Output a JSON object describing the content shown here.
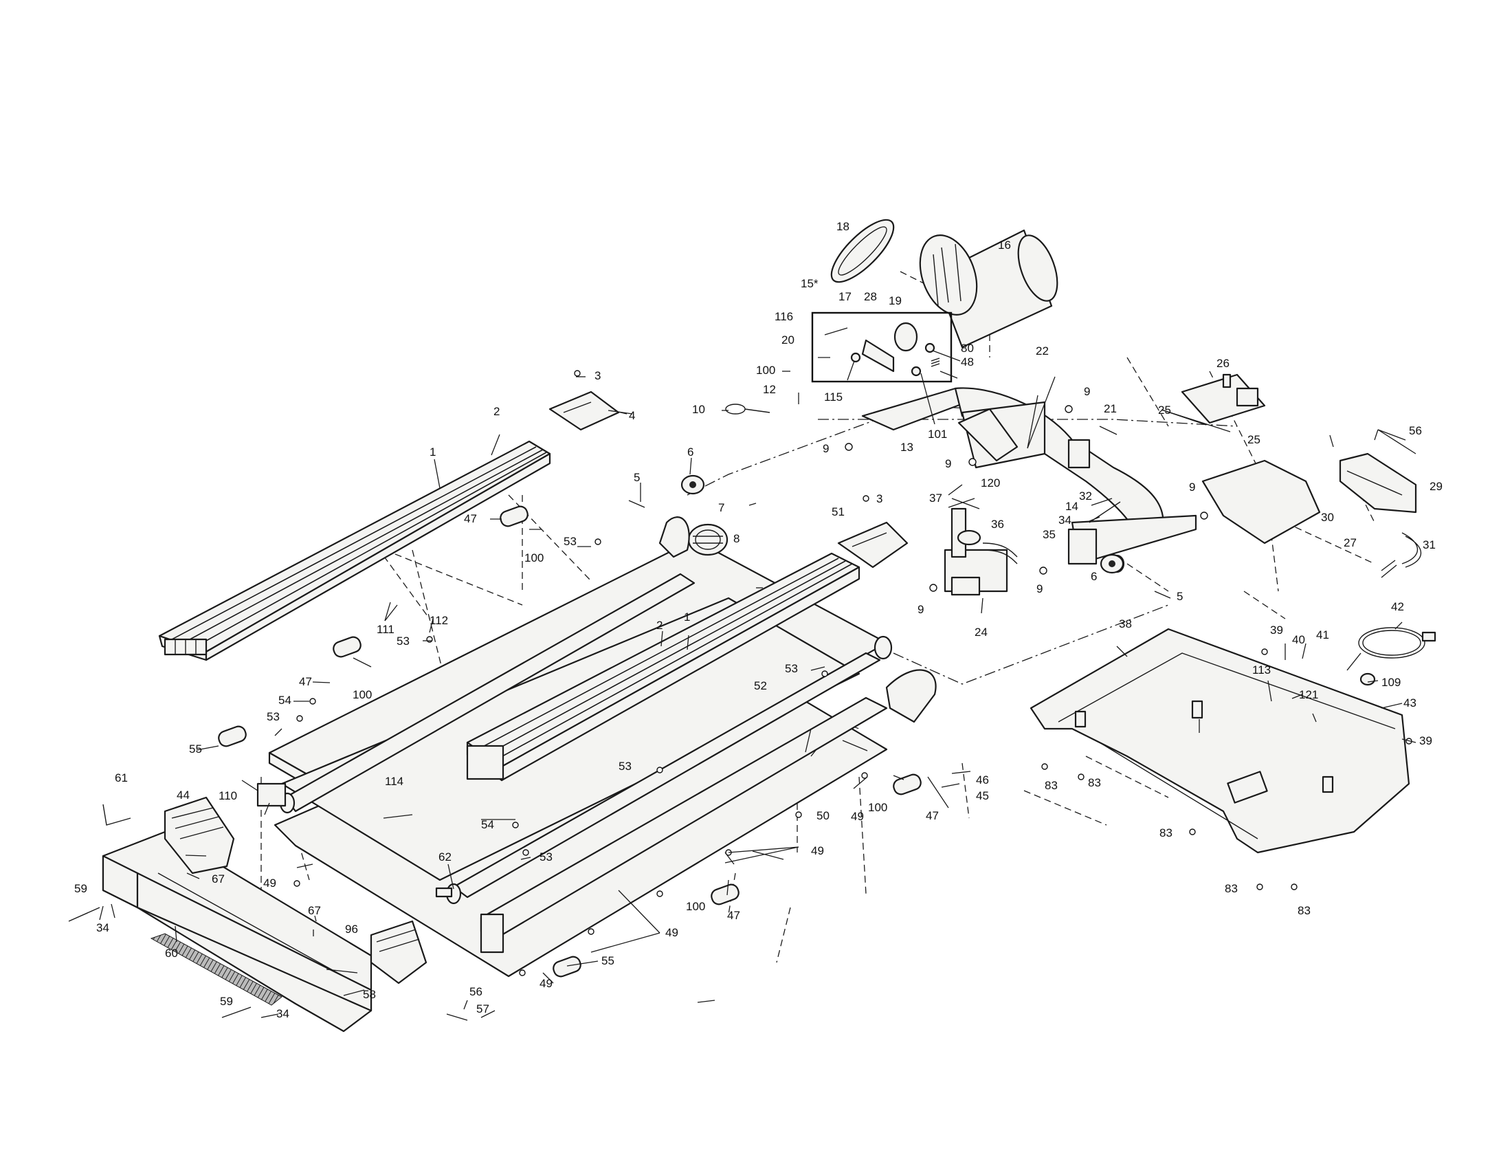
{
  "callouts": {
    "c1": "1",
    "c2": "2",
    "c3": "3",
    "c4": "4",
    "c5": "5",
    "c6": "6",
    "c7": "7",
    "c8": "8",
    "c9": "9",
    "c10": "10",
    "c12": "12",
    "c13": "13",
    "c14": "14",
    "c15": "15*",
    "c16": "16",
    "c17": "17",
    "c18": "18",
    "c19": "19",
    "c20": "20",
    "c21": "21",
    "c22": "22",
    "c24": "24",
    "c25": "25",
    "c26": "26",
    "c27": "27",
    "c28": "28",
    "c29": "29",
    "c30": "30",
    "c31": "31",
    "c32": "32",
    "c34": "34",
    "c35": "35",
    "c36": "36",
    "c37": "37",
    "c38": "38",
    "c39": "39",
    "c40": "40",
    "c41": "41",
    "c42": "42",
    "c43": "43",
    "c44": "44",
    "c45": "45",
    "c46": "46",
    "c47": "47",
    "c48": "48",
    "c49": "49",
    "c50": "50",
    "c51": "51",
    "c52": "52",
    "c53": "53",
    "c54": "54",
    "c55": "55",
    "c56": "56",
    "c57": "57",
    "c58": "58",
    "c59": "59",
    "c60": "60",
    "c61": "61",
    "c62": "62",
    "c67": "67",
    "c80": "80",
    "c83": "83",
    "c96": "96",
    "c100": "100",
    "c101": "101",
    "c109": "109",
    "c110": "110",
    "c111": "111",
    "c112": "112",
    "c113": "113",
    "c114": "114",
    "c115": "115",
    "c116": "116",
    "c120": "120",
    "c121": "121"
  }
}
